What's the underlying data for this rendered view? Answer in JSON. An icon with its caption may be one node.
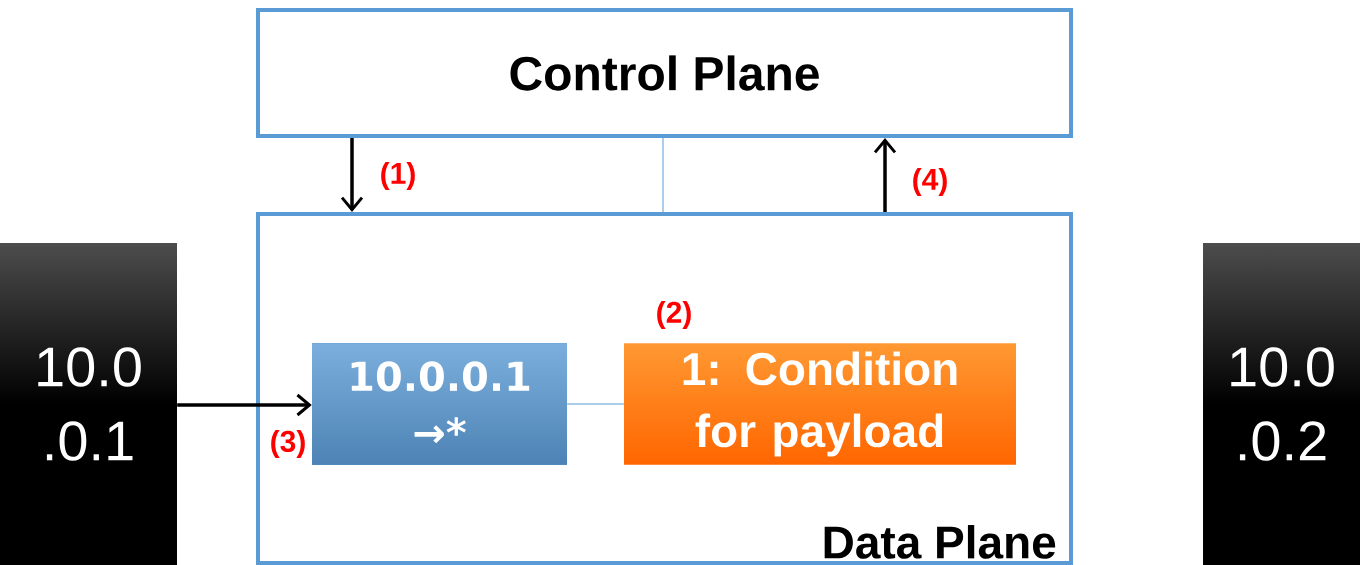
{
  "diagram": {
    "nodes": [
      {
        "text": [
          "Control Plane"
        ]
      },
      {
        "text": [
          "Data Plane"
        ]
      },
      {
        "text": [
          "10.0.0.1 →*"
        ],
        "in": 1
      },
      {
        "text": [
          "1: Condition for payload"
        ],
        "in": 1,
        "beside": [
          "(2)"
        ]
      },
      {
        "text": [
          "10.0 .0.1"
        ]
      },
      {
        "text": [
          "10.0 .0.2"
        ]
      }
    ],
    "edges": [
      {
        "from": 0,
        "to": 1,
        "arrow": "to",
        "label": "(1)"
      },
      {
        "from": 1,
        "to": 0,
        "arrow": "to",
        "label": "(4)"
      },
      {
        "from": 4,
        "to": 2,
        "arrow": "to",
        "label": "(3)"
      },
      {
        "from": 0,
        "to": 1,
        "arrow": "none",
        "color": "#5b9bd5"
      },
      {
        "from": 2,
        "to": 3,
        "arrow": "none",
        "color": "#5b9bd5"
      }
    ]
  }
}
